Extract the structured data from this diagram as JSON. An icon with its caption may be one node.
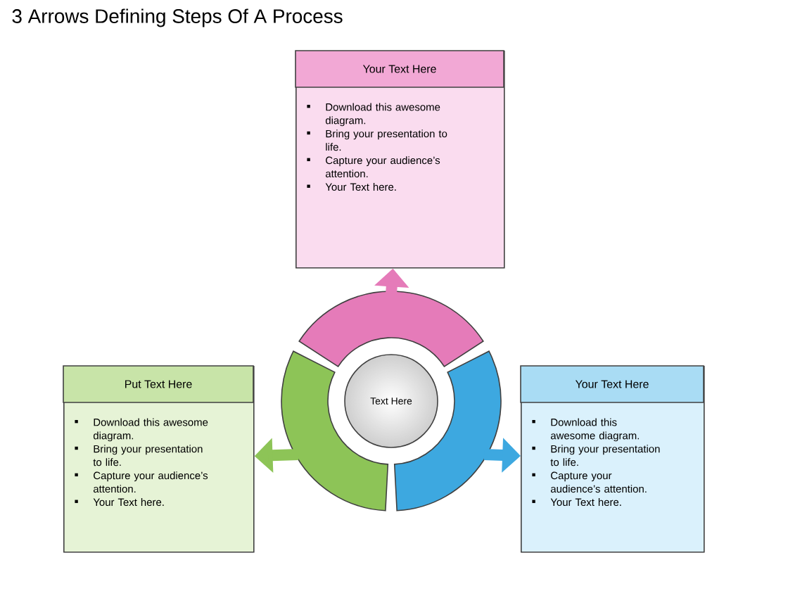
{
  "diagram": {
    "title": "3 Arrows Defining Steps Of A Process",
    "nodes": [
      {
        "text": [
          "Your Text Here",
          "Download this awesome diagram.",
          "Bring your presentation to life.",
          "Capture your audience’s attention.",
          "Your Text here."
        ]
      },
      {
        "text": [
          "Put Text Here",
          "Download this awesome diagram.",
          "Bring your presentation to life.",
          "Capture your audience’s attention.",
          "Your Text here."
        ]
      },
      {
        "text": [
          "Your Text Here",
          "Download this awesome diagram.",
          "Bring your presentation to life.",
          "Capture your audience’s attention.",
          "Your Text here."
        ]
      },
      {
        "text": [
          "Text Here"
        ]
      },
      {
        "text": [],
        "shape": "arc"
      },
      {
        "text": [],
        "shape": "arc"
      },
      {
        "text": [],
        "shape": "arc"
      }
    ],
    "edges": [
      {
        "from": 4,
        "to": 0,
        "arrow": "to",
        "color": "#e57bb9"
      },
      {
        "from": 5,
        "to": 1,
        "arrow": "to",
        "color": "#8dc457"
      },
      {
        "from": 6,
        "to": 2,
        "arrow": "to",
        "color": "#3da8e0"
      }
    ]
  }
}
